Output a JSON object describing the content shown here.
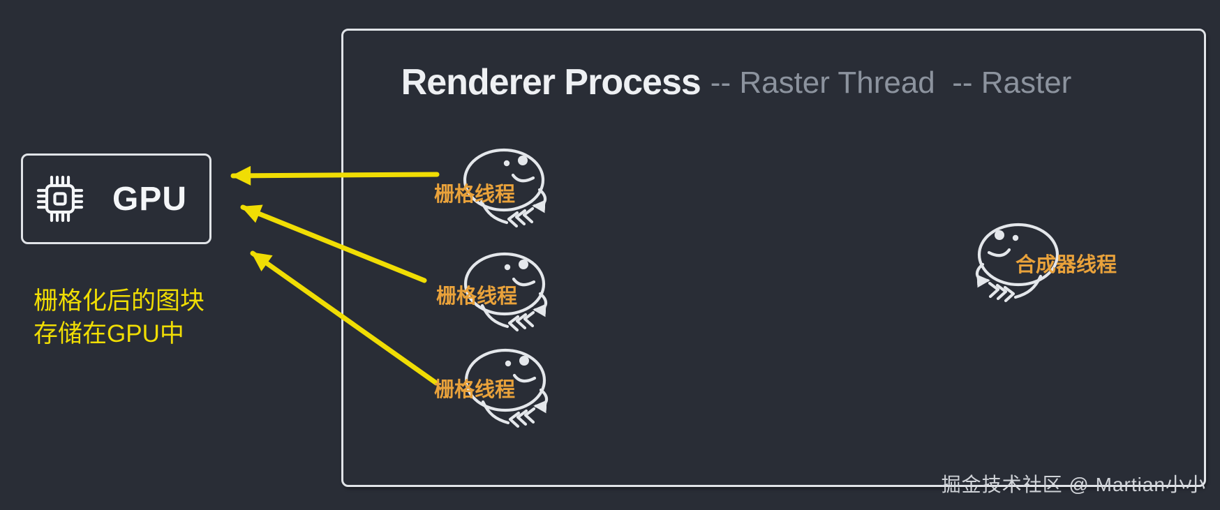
{
  "renderer": {
    "title": "Renderer Process",
    "subtitle": "-- Raster Thread  -- Raster"
  },
  "gpu": {
    "label": "GPU",
    "caption_line1": "栅格化后的图块",
    "caption_line2": "存储在GPU中"
  },
  "threads": {
    "raster": [
      "栅格线程",
      "栅格线程",
      "栅格线程"
    ],
    "compositor": "合成器线程"
  },
  "watermark": {
    "text": "掘金技术社区 @ Martian小小"
  },
  "colors": {
    "background": "#292d36",
    "panel_border": "#e1e4e8",
    "title": "#eef0f3",
    "subtitle": "#8c939e",
    "yellow": "#f0dd04",
    "orange": "#e9a23b",
    "doodle": "#e4e7eb",
    "watermark": "#d9dce1",
    "white": "#f4f6f8"
  }
}
